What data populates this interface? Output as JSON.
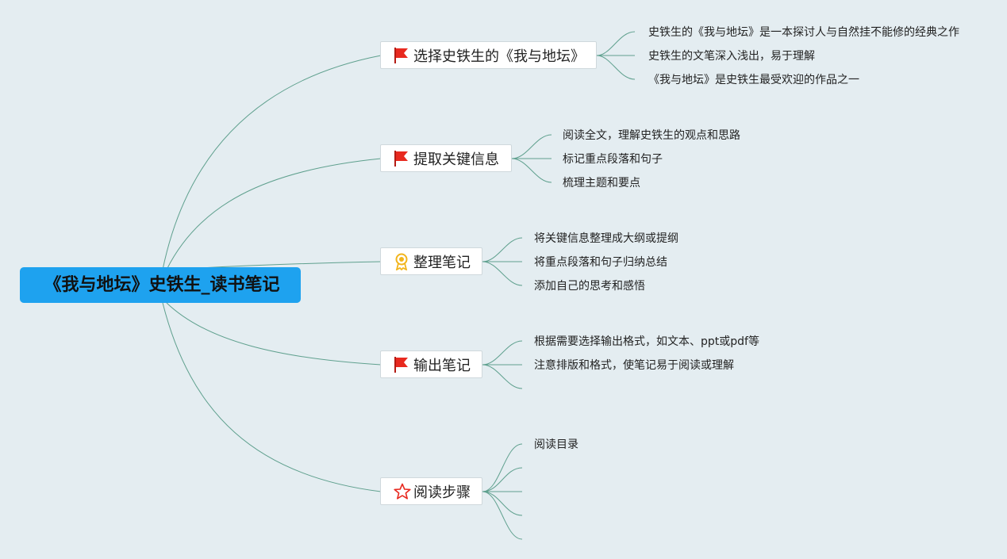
{
  "root": {
    "label": "《我与地坛》史铁生_读书笔记"
  },
  "branches": [
    {
      "label": "选择史铁生的《我与地坛》",
      "icon": "red-flag-icon",
      "children": [
        "史铁生的《我与地坛》是一本探讨人与自然挂不能修的经典之作",
        "史铁生的文笔深入浅出，易于理解",
        "《我与地坛》是史铁生最受欢迎的作品之一"
      ]
    },
    {
      "label": "提取关键信息",
      "icon": "red-flag-icon",
      "children": [
        "阅读全文，理解史铁生的观点和思路",
        "标记重点段落和句子",
        "梳理主题和要点"
      ]
    },
    {
      "label": "整理笔记",
      "icon": "award-medal-icon",
      "children": [
        "将关键信息整理成大纲或提纲",
        "将重点段落和句子归纳总结",
        "添加自己的思考和感悟"
      ]
    },
    {
      "label": "输出笔记",
      "icon": "red-flag-icon",
      "children": [
        "根据需要选择输出格式，如文本、ppt或pdf等",
        "注意排版和格式，使笔记易于阅读或理解",
        ""
      ]
    },
    {
      "label": "阅读步骤",
      "icon": "star-outline-icon",
      "children": [
        "阅读目录",
        "",
        "",
        "",
        ""
      ]
    }
  ],
  "colors": {
    "connector": "#5fa08e",
    "root_bg": "#1ea2ef",
    "flag": "#e8291f",
    "medal": "#f2b51d"
  }
}
